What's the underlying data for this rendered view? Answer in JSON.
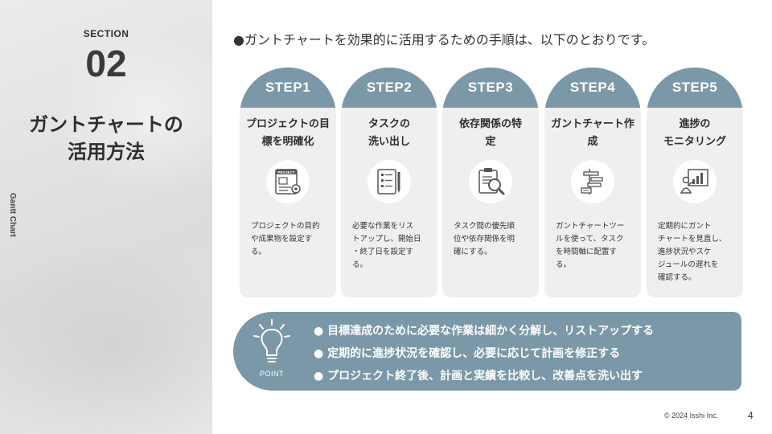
{
  "section": {
    "label": "SECTION",
    "number": "02",
    "title": "ガントチャートの\n活用方法",
    "vertical_label": "Gantt Chart"
  },
  "intro": "●ガントチャートを効果的に活用するための手順は、以下のとおりです。",
  "steps": [
    {
      "label": "STEP1",
      "title": "プロジェクトの目\n標を明確化",
      "icon": "project-document-icon",
      "desc": "プロジェクトの目的\nや成果物を設定す\nる。"
    },
    {
      "label": "STEP2",
      "title": "タスクの\n洗い出し",
      "icon": "checklist-pen-icon",
      "desc": "必要な作業をリス\nトアップし、開始日\n・終了日を設定す\nる。"
    },
    {
      "label": "STEP3",
      "title": "依存関係の特\n定",
      "icon": "clipboard-magnifier-icon",
      "desc": "タスク間の優先順\n位や依存関係を明\n確にする。"
    },
    {
      "label": "STEP4",
      "title": "ガントチャート作\n成",
      "icon": "gantt-chart-icon",
      "desc": "ガントチャートツー\nルを使って、タスク\nを時間軸に配置す\nる。"
    },
    {
      "label": "STEP5",
      "title": "進捗の\nモニタリング",
      "icon": "monitoring-board-icon",
      "desc": "定期的にガント\nチャートを見直し、\n進捗状況やスケ\nジュールの遅れを\n確認する。"
    }
  ],
  "point": {
    "label": "POINT",
    "items": [
      "● 目標達成のために必要な作業は細かく分解し、リストアップする",
      "● 定期的に進捗状況を確認し、必要に応じて計画を修正する",
      "● プロジェクト終了後、計画と実績を比較し、改善点を洗い出す"
    ]
  },
  "footer": {
    "copyright": "© 2024 Isshi Inc.",
    "page": "4"
  },
  "colors": {
    "accent": "#7a98a8",
    "card_bg": "#efefef",
    "panel_bg": "#e3e3e3",
    "text": "#333333"
  }
}
